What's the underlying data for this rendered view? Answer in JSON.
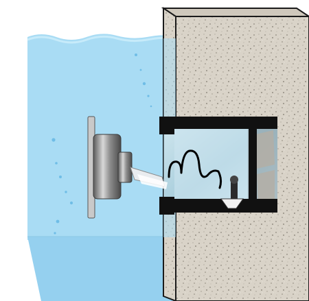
{
  "diagram": {
    "colors": {
      "background": "#ffffff",
      "water": "#a9dcf4",
      "water_deep": "#95d0ef",
      "water_surface_wave": "#c7ebfa",
      "bubbles": "#6fbde6",
      "wall_concrete": "#d9d3c8",
      "wall_outline": "#1a1a1a",
      "niche_glass": "#b8d9e6",
      "niche_frame": "#111111",
      "heater_metal": "#9a9a9a",
      "nozzle": "#e9ecef",
      "flow_squiggle": "#000000"
    },
    "elements": [
      "pool-water",
      "concrete-wall",
      "wall-niche-housing",
      "pool-heater-fixture",
      "outlet-nozzle",
      "warm-water-flow-squiggle",
      "control-valve"
    ]
  }
}
